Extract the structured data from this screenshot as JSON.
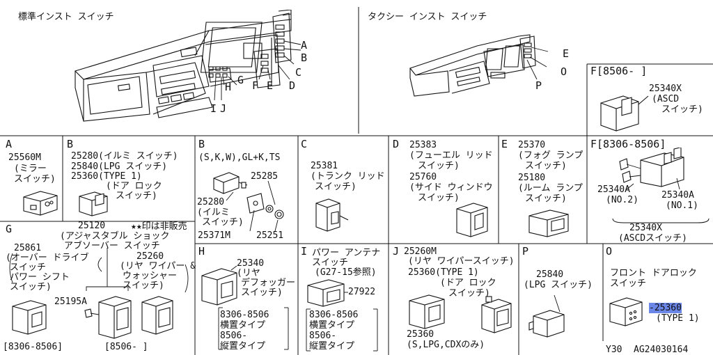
{
  "top": {
    "standard_title": "標準インスト スイッチ",
    "taxi_title": "タクシー インスト スイッチ",
    "std_callouts": [
      "A",
      "B",
      "C",
      "D",
      "E",
      "F",
      "G",
      "H",
      "I",
      "J"
    ],
    "taxi_callouts": [
      "E",
      "O",
      "P"
    ]
  },
  "panel_f_top": {
    "title": "F[8506-  ]",
    "part": "25340X",
    "desc": [
      "(ASCD",
      "スイッチ)"
    ]
  },
  "panel_a": {
    "letter": "A",
    "part": "25560M",
    "desc": [
      "(ミラー",
      "スイッチ)"
    ]
  },
  "panel_b1": {
    "letter": "B",
    "lines": [
      "25280(イルミ スイッチ)",
      "25840(LPG スイッチ)",
      "25360(TYPE 1)",
      "(ドア ロック",
      "スイッチ)"
    ]
  },
  "panel_b2": {
    "letter": "B",
    "header": "(S,K,W),GL+K,TS",
    "p1": "25285",
    "p2": "25280",
    "p2_desc": [
      "(イルミ",
      "スイッチ)"
    ],
    "p3": "25371M",
    "p4": "25251"
  },
  "panel_c": {
    "letter": "C",
    "part": "25381",
    "desc": [
      "(トランク リッド",
      "スイッチ)"
    ]
  },
  "panel_d": {
    "letter": "D",
    "lines": [
      "25383",
      "(フューエル リッド",
      "スイッチ)",
      "25760",
      "(サイド ウィンドウ",
      "スイッチ)"
    ]
  },
  "panel_e": {
    "letter": "E",
    "lines": [
      "25370",
      "(フォグ ランプ",
      "スイッチ)",
      "25180",
      "(ルーム ランプ",
      "スイッチ)"
    ]
  },
  "panel_f_mid": {
    "title": "F[8306-8506]",
    "left_part": "25340A",
    "left_no": "(NO.2)",
    "right_part": "25340A",
    "right_no": "(NO.1)",
    "assy": "25340X",
    "assy_desc": "(ASCDスイッチ)"
  },
  "panel_g": {
    "letter": "G",
    "note": "★印は非販売",
    "p1": "25120",
    "p1_desc": [
      "(アジャスタブル ショック",
      "アブソーバー スイッチ"
    ],
    "p2": "25861",
    "p2_desc": [
      "(オーバー ドライブ",
      "スイッチ",
      "パワー シフト",
      "スイッチ)"
    ],
    "p3": "25260",
    "p3_desc": [
      "(リヤ ワイパー &",
      "ウォッシャー",
      "スイッチ)"
    ],
    "p4": "25195A",
    "date_left": "[8306-8506]",
    "date_right": "[8506-  ]"
  },
  "panel_h": {
    "letter": "H",
    "part": "25340",
    "desc": [
      "(リヤ",
      "デフォッガー",
      "スイッチ)"
    ],
    "note": [
      "8306-8506",
      "横置タイプ",
      "8506-",
      "縦置タイプ"
    ]
  },
  "panel_i": {
    "letter": "I",
    "desc": [
      "パワー アンテナ",
      "スイッチ",
      "(G27-15参照)"
    ],
    "part": "27922",
    "note": [
      "8306-8506",
      "横置タイプ",
      "8506-",
      "縦置タイプ"
    ]
  },
  "panel_j": {
    "letter": "J",
    "lines": [
      "25260M",
      "(リヤ ワイパースイッチ)",
      "25360(TYPE 1)",
      "(ドア ロック",
      "スイッチ)"
    ],
    "part2": "25360",
    "part2_desc": "(S,LPG,CDXのみ)"
  },
  "panel_p": {
    "letter": "P",
    "part": "25840",
    "desc": "(LPG スイッチ)"
  },
  "panel_o": {
    "letter": "O",
    "desc": [
      "フロント ドアロック",
      "スイッチ"
    ],
    "part": "25360",
    "type": "(TYPE 1)"
  },
  "footer": {
    "model": "Y30",
    "code": "AG24030164"
  }
}
